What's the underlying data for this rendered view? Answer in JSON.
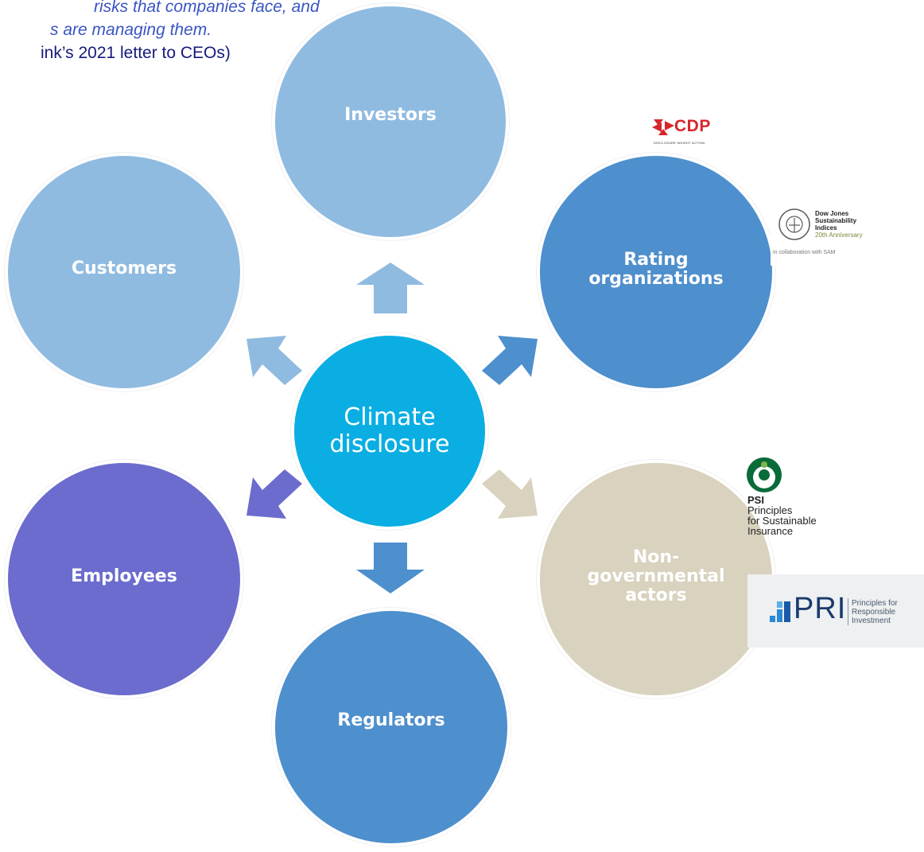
{
  "quote": {
    "line1": "risks that companies face, and",
    "line2": "s are managing them.",
    "source": "ink’s 2021 letter to CEOs)"
  },
  "center": {
    "label": "Climate disclosure",
    "color": "#0aaee2"
  },
  "nodes": {
    "investors": {
      "label": "Investors",
      "color": "#90bbe0"
    },
    "rating": {
      "label": "Rating organizations",
      "color": "#4e8fcd"
    },
    "ngo": {
      "label": "Non-governmental actors",
      "color": "#d8d2be"
    },
    "regulators": {
      "label": "Regulators",
      "color": "#4e8fcd"
    },
    "employees": {
      "label": "Employees",
      "color": "#6b6ccd"
    },
    "customers": {
      "label": "Customers",
      "color": "#90bbe0"
    }
  },
  "logos": {
    "cdp": {
      "name": "CDP",
      "tagline": "DISCLOSURE INSIGHT ACTION",
      "color": "#d6262c",
      "icon": "cdp-arrows-icon"
    },
    "djsi": {
      "line1": "Dow Jones",
      "line2": "Sustainability",
      "line3": "Indices",
      "line4": "20th Anniversary",
      "collab": "in collaboration with SAM",
      "icon": "djsi-leaf-icon"
    },
    "psi": {
      "abbr": "PSI",
      "line1": "Principles",
      "line2": "for Sustainable",
      "line3": "Insurance",
      "icon": "psi-circle-icon"
    },
    "pri": {
      "abbr": "PRI",
      "line1": "Principles for",
      "line2": "Responsible",
      "line3": "Investment",
      "icon": "pri-bars-icon"
    }
  }
}
